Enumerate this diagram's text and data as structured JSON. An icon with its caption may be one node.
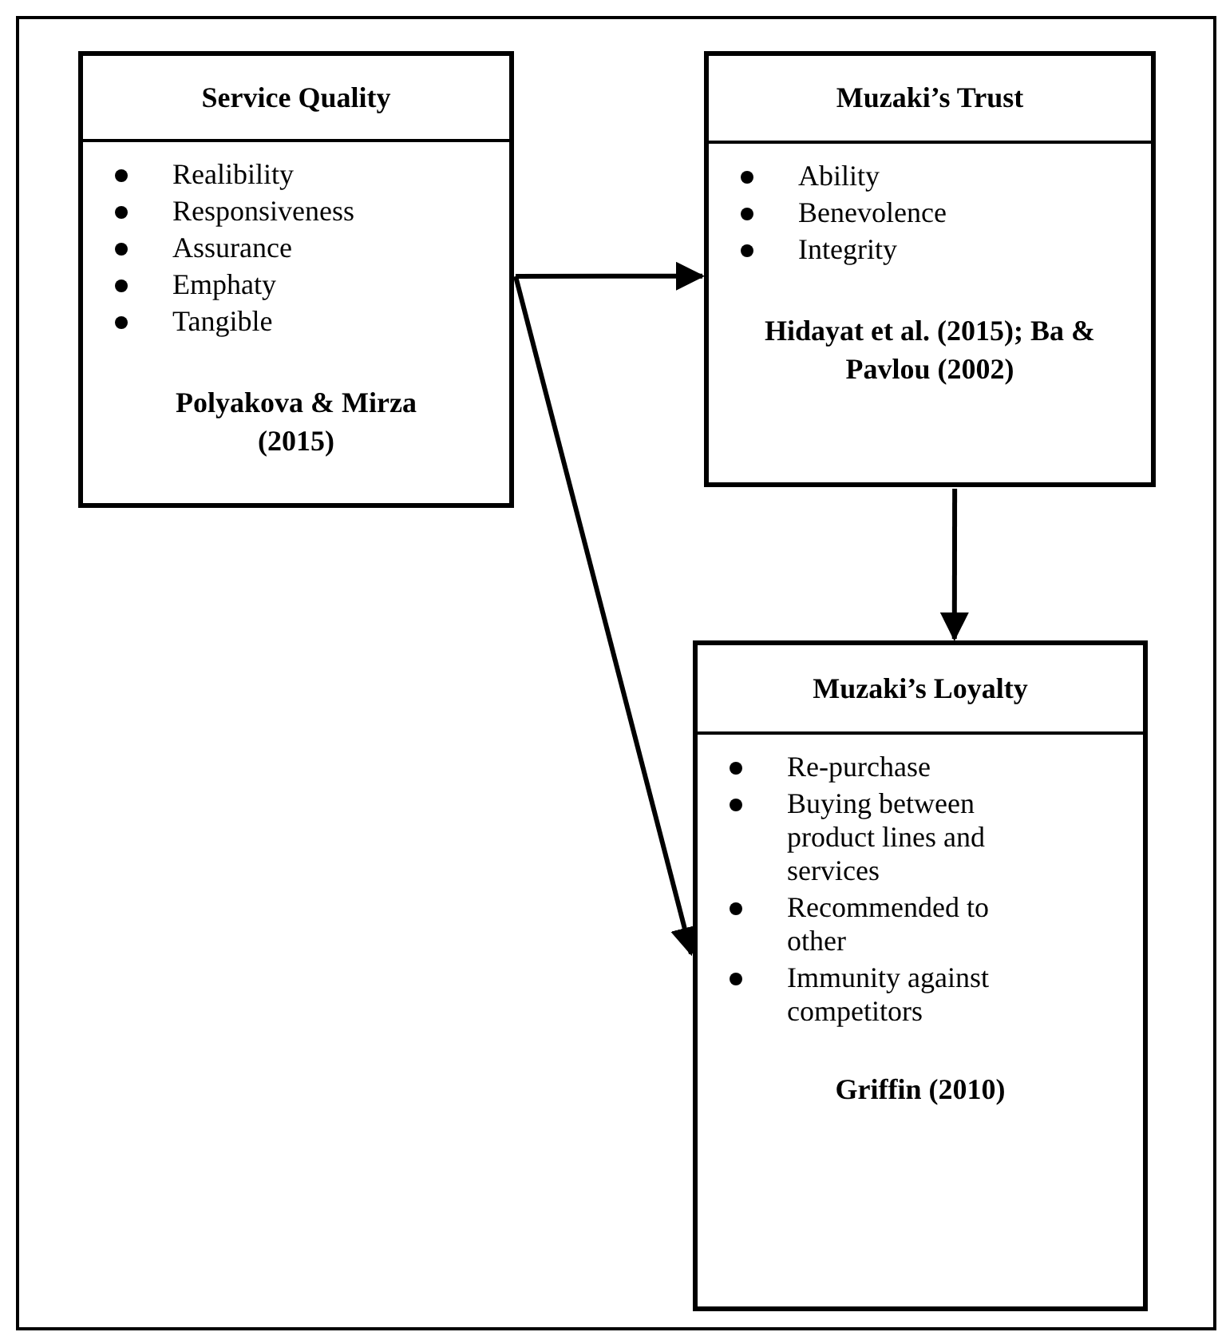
{
  "diagram": {
    "nodes": [
      {
        "text": [
          "Service Quality",
          "Realibility",
          "Responsiveness",
          "Assurance",
          "Emphaty",
          "Tangible",
          "Polyakova & Mirza (2015)"
        ]
      },
      {
        "text": [
          "Muzaki’s Trust",
          "Ability",
          "Benevolence",
          "Integrity",
          "Hidayat et al. (2015); Ba & Pavlou (2002)"
        ]
      },
      {
        "text": [
          "Muzaki’s Loyalty",
          "Re-purchase",
          "Buying between product lines and services",
          "Recommended to other",
          "Immunity against competitors",
          "Griffin (2010)"
        ]
      }
    ],
    "edges": [
      {
        "from": 0,
        "to": 1,
        "arrow": "to"
      },
      {
        "from": 0,
        "to": 2,
        "arrow": "to"
      },
      {
        "from": 1,
        "to": 2,
        "arrow": "to"
      }
    ]
  }
}
